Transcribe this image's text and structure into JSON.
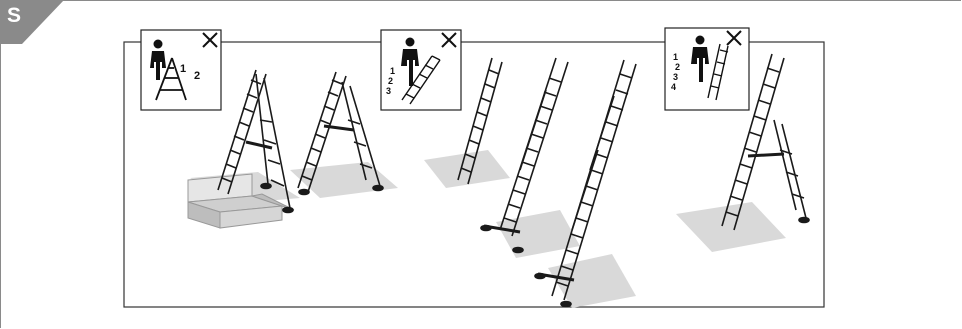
{
  "section": {
    "label": "S",
    "tab_color": "#8a8a8a"
  },
  "panels": [
    {
      "name": "a-frame-standing",
      "numbers": [
        "1",
        "2"
      ]
    },
    {
      "name": "platform-standing",
      "numbers": [
        "1",
        "2",
        "3"
      ]
    },
    {
      "name": "lean-standing",
      "numbers": [
        "1",
        "2",
        "3",
        "4"
      ]
    }
  ],
  "icons": [
    "person-icon",
    "ladder-icon",
    "prohibited-x-icon"
  ],
  "colors": {
    "line": "#1a1a1a",
    "shadow": "#d9d9d9",
    "step": "#c8c8c8",
    "frame": "#333333"
  }
}
